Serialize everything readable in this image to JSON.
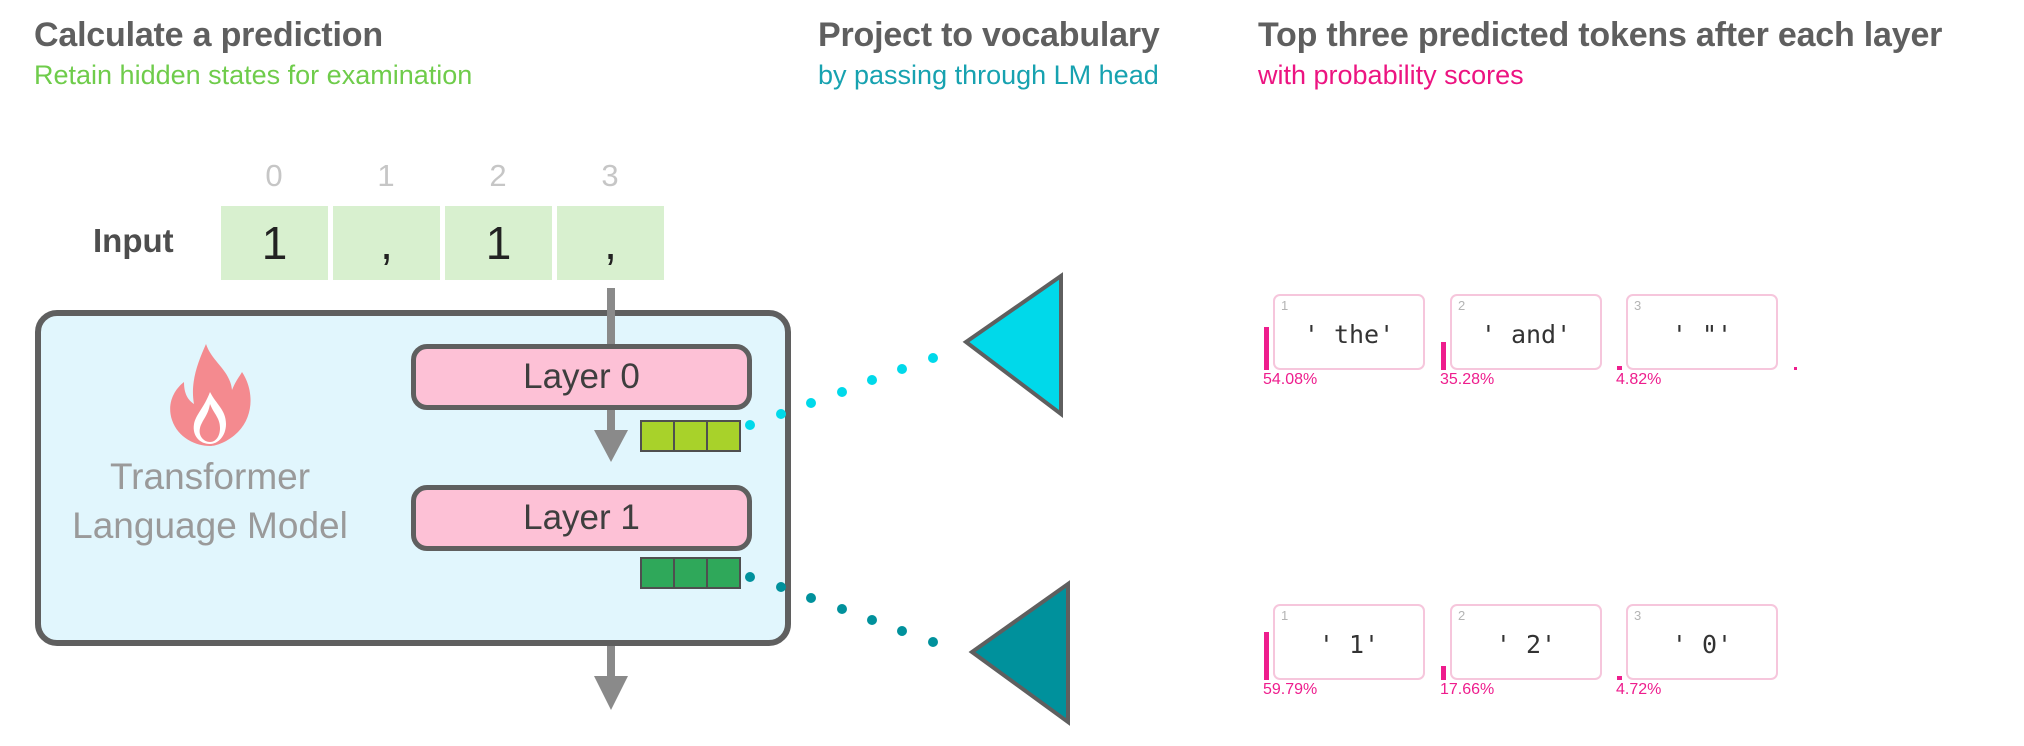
{
  "headers": {
    "predict": {
      "title": "Calculate a prediction",
      "subtitle": "Retain hidden states for examination",
      "subtitle_color": "#6fcc4b"
    },
    "project": {
      "title": "Project to vocabulary",
      "subtitle": "by passing through LM head",
      "subtitle_color": "#17a2b0"
    },
    "topk": {
      "title": "Top three predicted tokens after each layer",
      "subtitle": "with probability scores",
      "subtitle_color": "#ec1481"
    }
  },
  "input": {
    "label": "Input",
    "positions": [
      "0",
      "1",
      "2",
      "3"
    ],
    "tokens": [
      "1",
      ",",
      "1",
      ","
    ]
  },
  "model": {
    "name_line1": "Transformer",
    "name_line2": "Language Model",
    "icon": "flame-icon",
    "icon_color": "#f48a8f",
    "layers": [
      {
        "label": "Layer 0",
        "hidden_state_color": "#a8d22a",
        "lm_head_color": "#00d9ea"
      },
      {
        "label": "Layer 1",
        "hidden_state_color": "#2fa85a",
        "lm_head_color": "#00919c"
      }
    ]
  },
  "predictions": [
    {
      "layer": "Layer 0",
      "tokens": [
        {
          "rank": "1",
          "token": "' the'",
          "prob": 54.08,
          "prob_label": "54.08%"
        },
        {
          "rank": "2",
          "token": "' and'",
          "prob": 35.28,
          "prob_label": "35.28%"
        },
        {
          "rank": "3",
          "token": "' \"'",
          "prob": 4.82,
          "prob_label": "4.82%"
        }
      ]
    },
    {
      "layer": "Layer 1",
      "tokens": [
        {
          "rank": "1",
          "token": "' 1'",
          "prob": 59.79,
          "prob_label": "59.79%"
        },
        {
          "rank": "2",
          "token": "' 2'",
          "prob": 17.66,
          "prob_label": "17.66%"
        },
        {
          "rank": "3",
          "token": "' 0'",
          "prob": 4.72,
          "prob_label": "4.72%"
        }
      ]
    }
  ]
}
